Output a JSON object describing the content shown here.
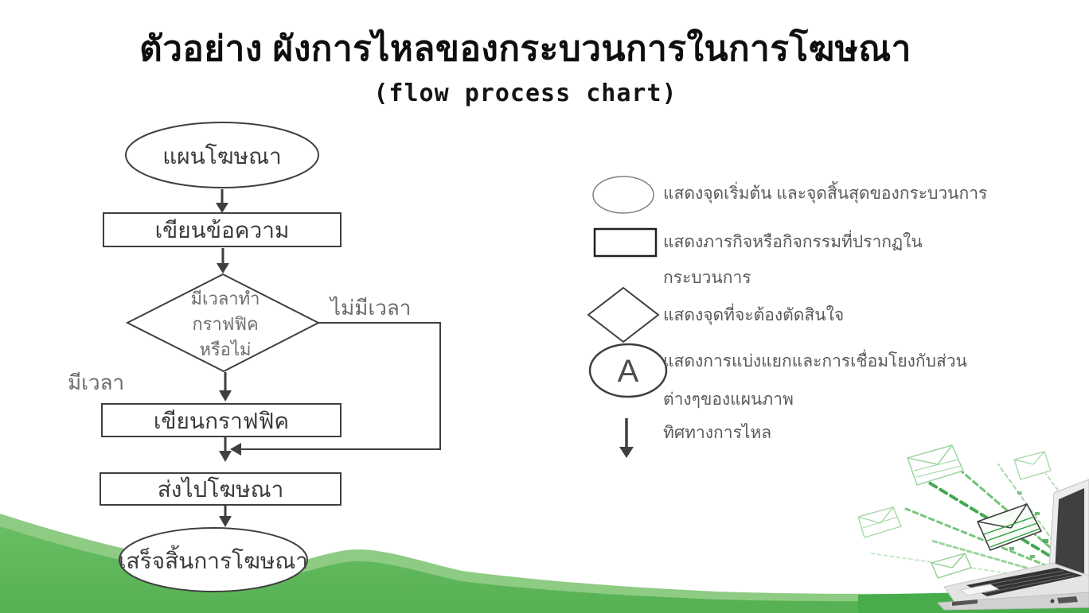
{
  "slide": {
    "title": "ตัวอย่าง ผังการไหลของกระบวนการในการโฆษณา",
    "subtitle": "(flow process chart)"
  },
  "flowchart": {
    "start": "แผนโฆษณา",
    "step_write_text": "เขียนข้อความ",
    "decision": {
      "line1": "มีเวลาทำ",
      "line2": "กราฟฟิค",
      "line3": "หรือไม่"
    },
    "branch_no_time": "ไม่มีเวลา",
    "branch_have_time": "มีเวลา",
    "step_write_graphic": "เขียนกราฟฟิค",
    "step_send_to_advertise": "ส่งไปโฆษณา",
    "end": "เสร็จสิ้นการโฆษณา"
  },
  "legend": {
    "connector_letter": "A",
    "items": [
      {
        "symbol": "ellipse",
        "text": "แสดงจุดเริ่มต้น และจุดสิ้นสุดของกระบวนการ"
      },
      {
        "symbol": "rectangle",
        "text": "แสดงภารกิจหรือกิจกรรมที่ปรากฏใน",
        "text2": "กระบวนการ"
      },
      {
        "symbol": "diamond",
        "text": "แสดงจุดที่จะต้องตัดสินใจ"
      },
      {
        "symbol": "circle-a",
        "text": "แสดงการแบ่งแยกและการเชื่อมโยงกับส่วน",
        "text2": "ต่างๆของแผนภาพ"
      },
      {
        "symbol": "arrow",
        "text": "ทิศทางการไหล"
      }
    ]
  },
  "colors": {
    "wave_light": "#8ecb83",
    "wave_dark_top": "#69bd63",
    "wave_dark_bottom": "#55b153",
    "photo_ground_green": "#47ad4b",
    "envelope_green": "#2f9e3f",
    "envelope_green_light": "#9ed49f",
    "shape_stroke": "#3f3f3f",
    "text_dark": "#3b3b3b",
    "text_gray": "#595959"
  }
}
